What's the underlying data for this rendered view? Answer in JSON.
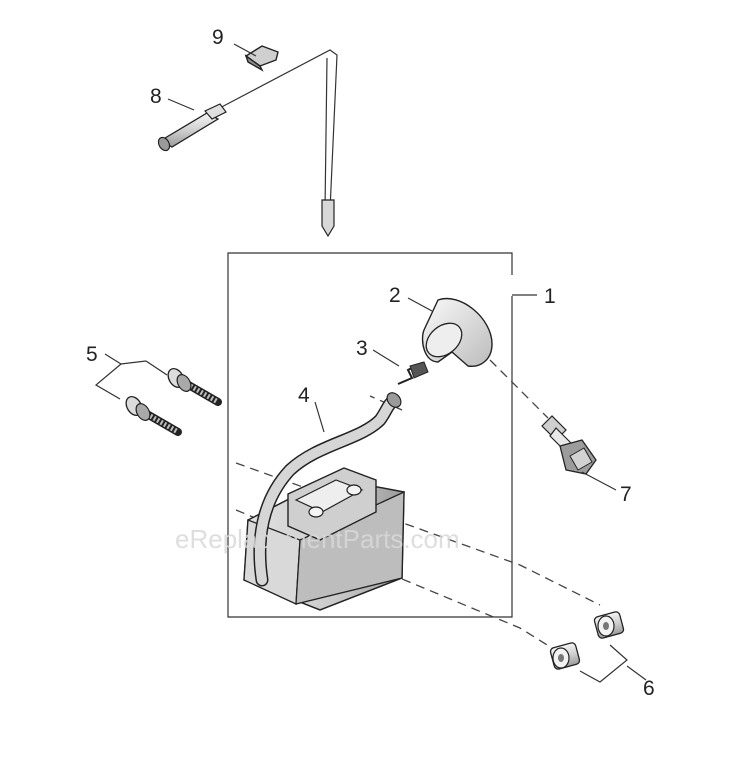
{
  "callouts": {
    "c1": "1",
    "c2": "2",
    "c3": "3",
    "c4": "4",
    "c5": "5",
    "c6": "6",
    "c7": "7",
    "c8": "8",
    "c9": "9"
  },
  "watermark": "eReplacementParts.com",
  "colors": {
    "part_fill_light": "#ececec",
    "part_fill_dark": "#bdbdbd",
    "outline": "#222222"
  }
}
